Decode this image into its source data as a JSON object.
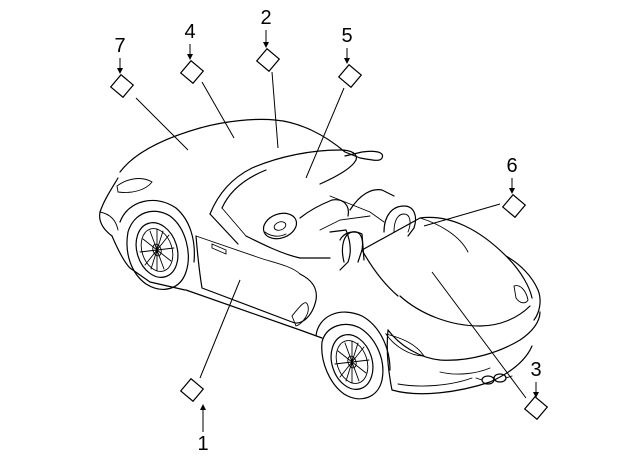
{
  "diagram": {
    "callouts": [
      {
        "id": "1",
        "label": "1"
      },
      {
        "id": "2",
        "label": "2"
      },
      {
        "id": "3",
        "label": "3"
      },
      {
        "id": "4",
        "label": "4"
      },
      {
        "id": "5",
        "label": "5"
      },
      {
        "id": "6",
        "label": "6"
      },
      {
        "id": "7",
        "label": "7"
      }
    ],
    "line_color": "#000000",
    "background": "#ffffff"
  }
}
